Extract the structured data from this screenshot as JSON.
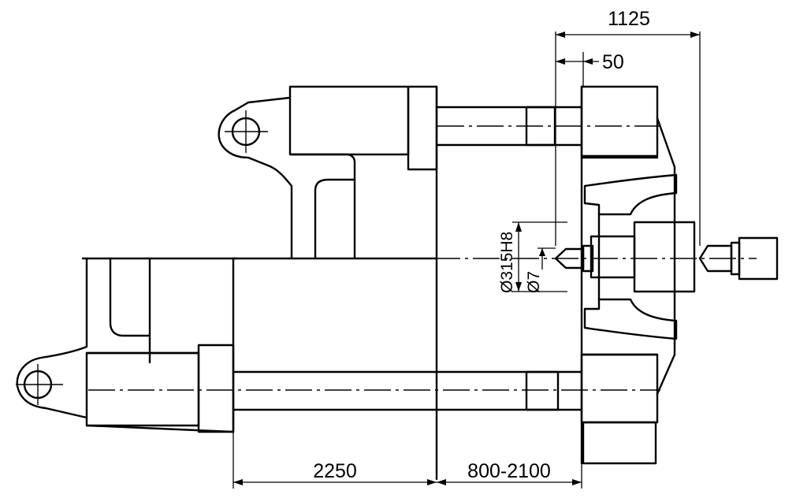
{
  "dimensions": {
    "total_length": "1125",
    "offset": "50",
    "clamp_length": "2250",
    "opening_range": "800-2100",
    "bore_diameter": "Ø315H8",
    "hole_diameter": "Ø7"
  }
}
